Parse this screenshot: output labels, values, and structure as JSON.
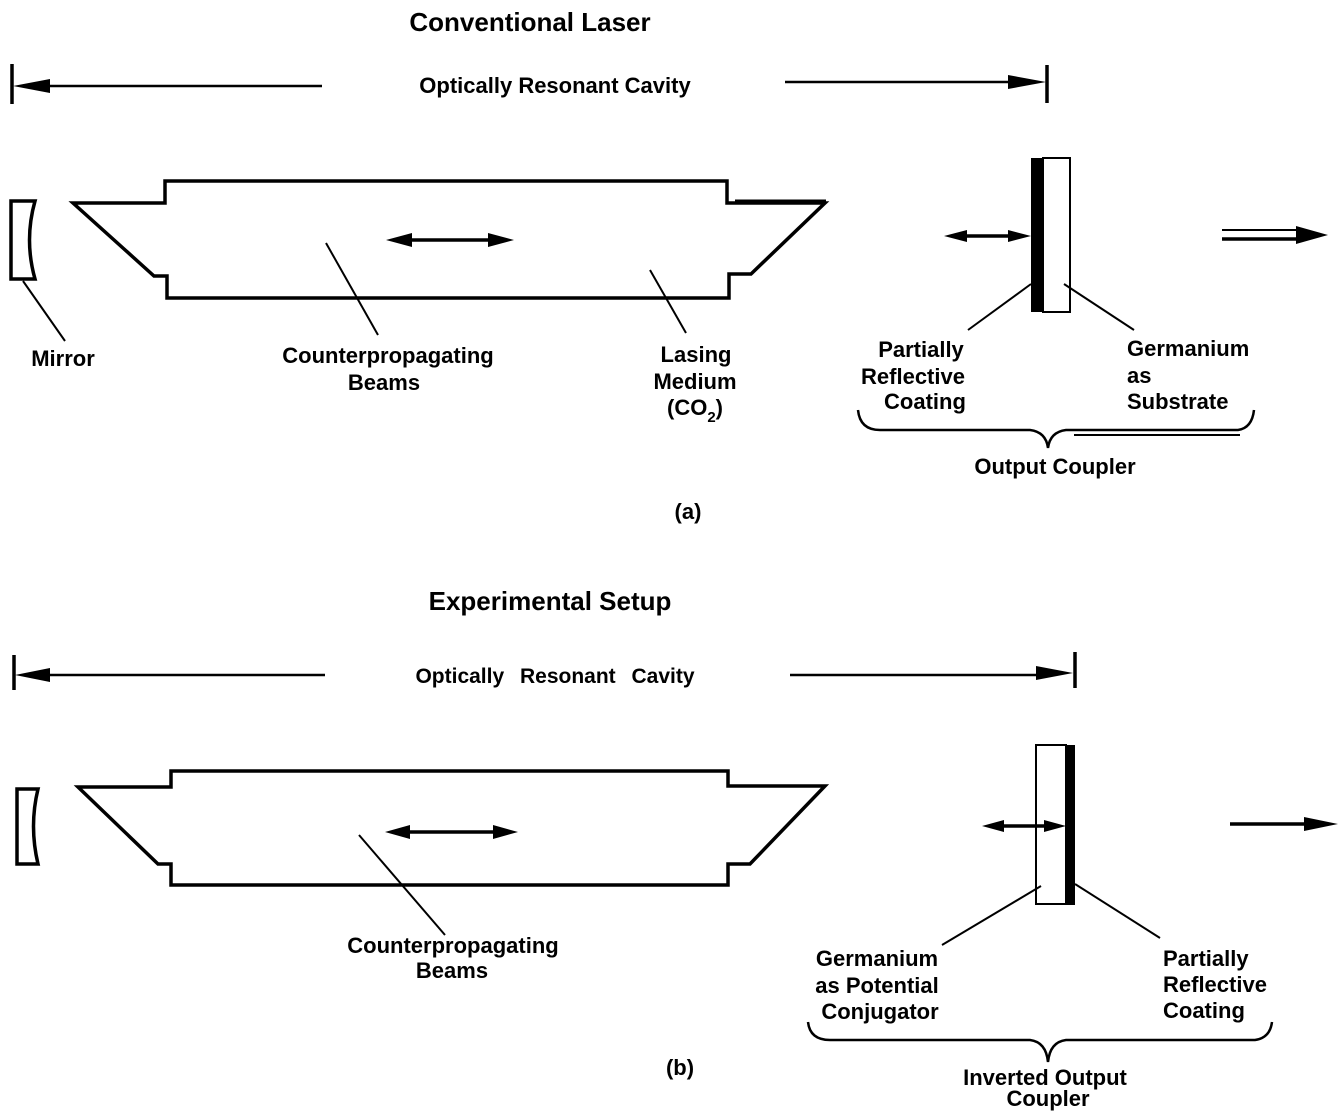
{
  "colors": {
    "ink": "#000000",
    "paper": "#ffffff"
  },
  "panel_a": {
    "title": "Conventional Laser",
    "cavity_label": "Optically Resonant Cavity",
    "mirror_label": "Mirror",
    "beams_label": [
      "Counterpropagating",
      "Beams"
    ],
    "medium_label": {
      "line1": "Lasing",
      "line2": "Medium",
      "formula_open": "(CO",
      "formula_subscript": "2",
      "formula_close": ")"
    },
    "coating_label": [
      "Partially",
      "Reflective",
      "Coating"
    ],
    "substrate_label": [
      "Germanium",
      "as",
      "Substrate"
    ],
    "coupler_label": "Output Coupler",
    "caption": "(a)"
  },
  "panel_b": {
    "title": "Experimental Setup",
    "cavity_label": "Optically Resonant Cavity",
    "beams_label": [
      "Counterpropagating",
      "Beams"
    ],
    "conjugator_label": [
      "Germanium",
      "as Potential",
      "Conjugator"
    ],
    "coating_label": [
      "Partially",
      "Reflective",
      "Coating"
    ],
    "coupler_label": [
      "Inverted Output",
      "Coupler"
    ],
    "caption": "(b)"
  }
}
